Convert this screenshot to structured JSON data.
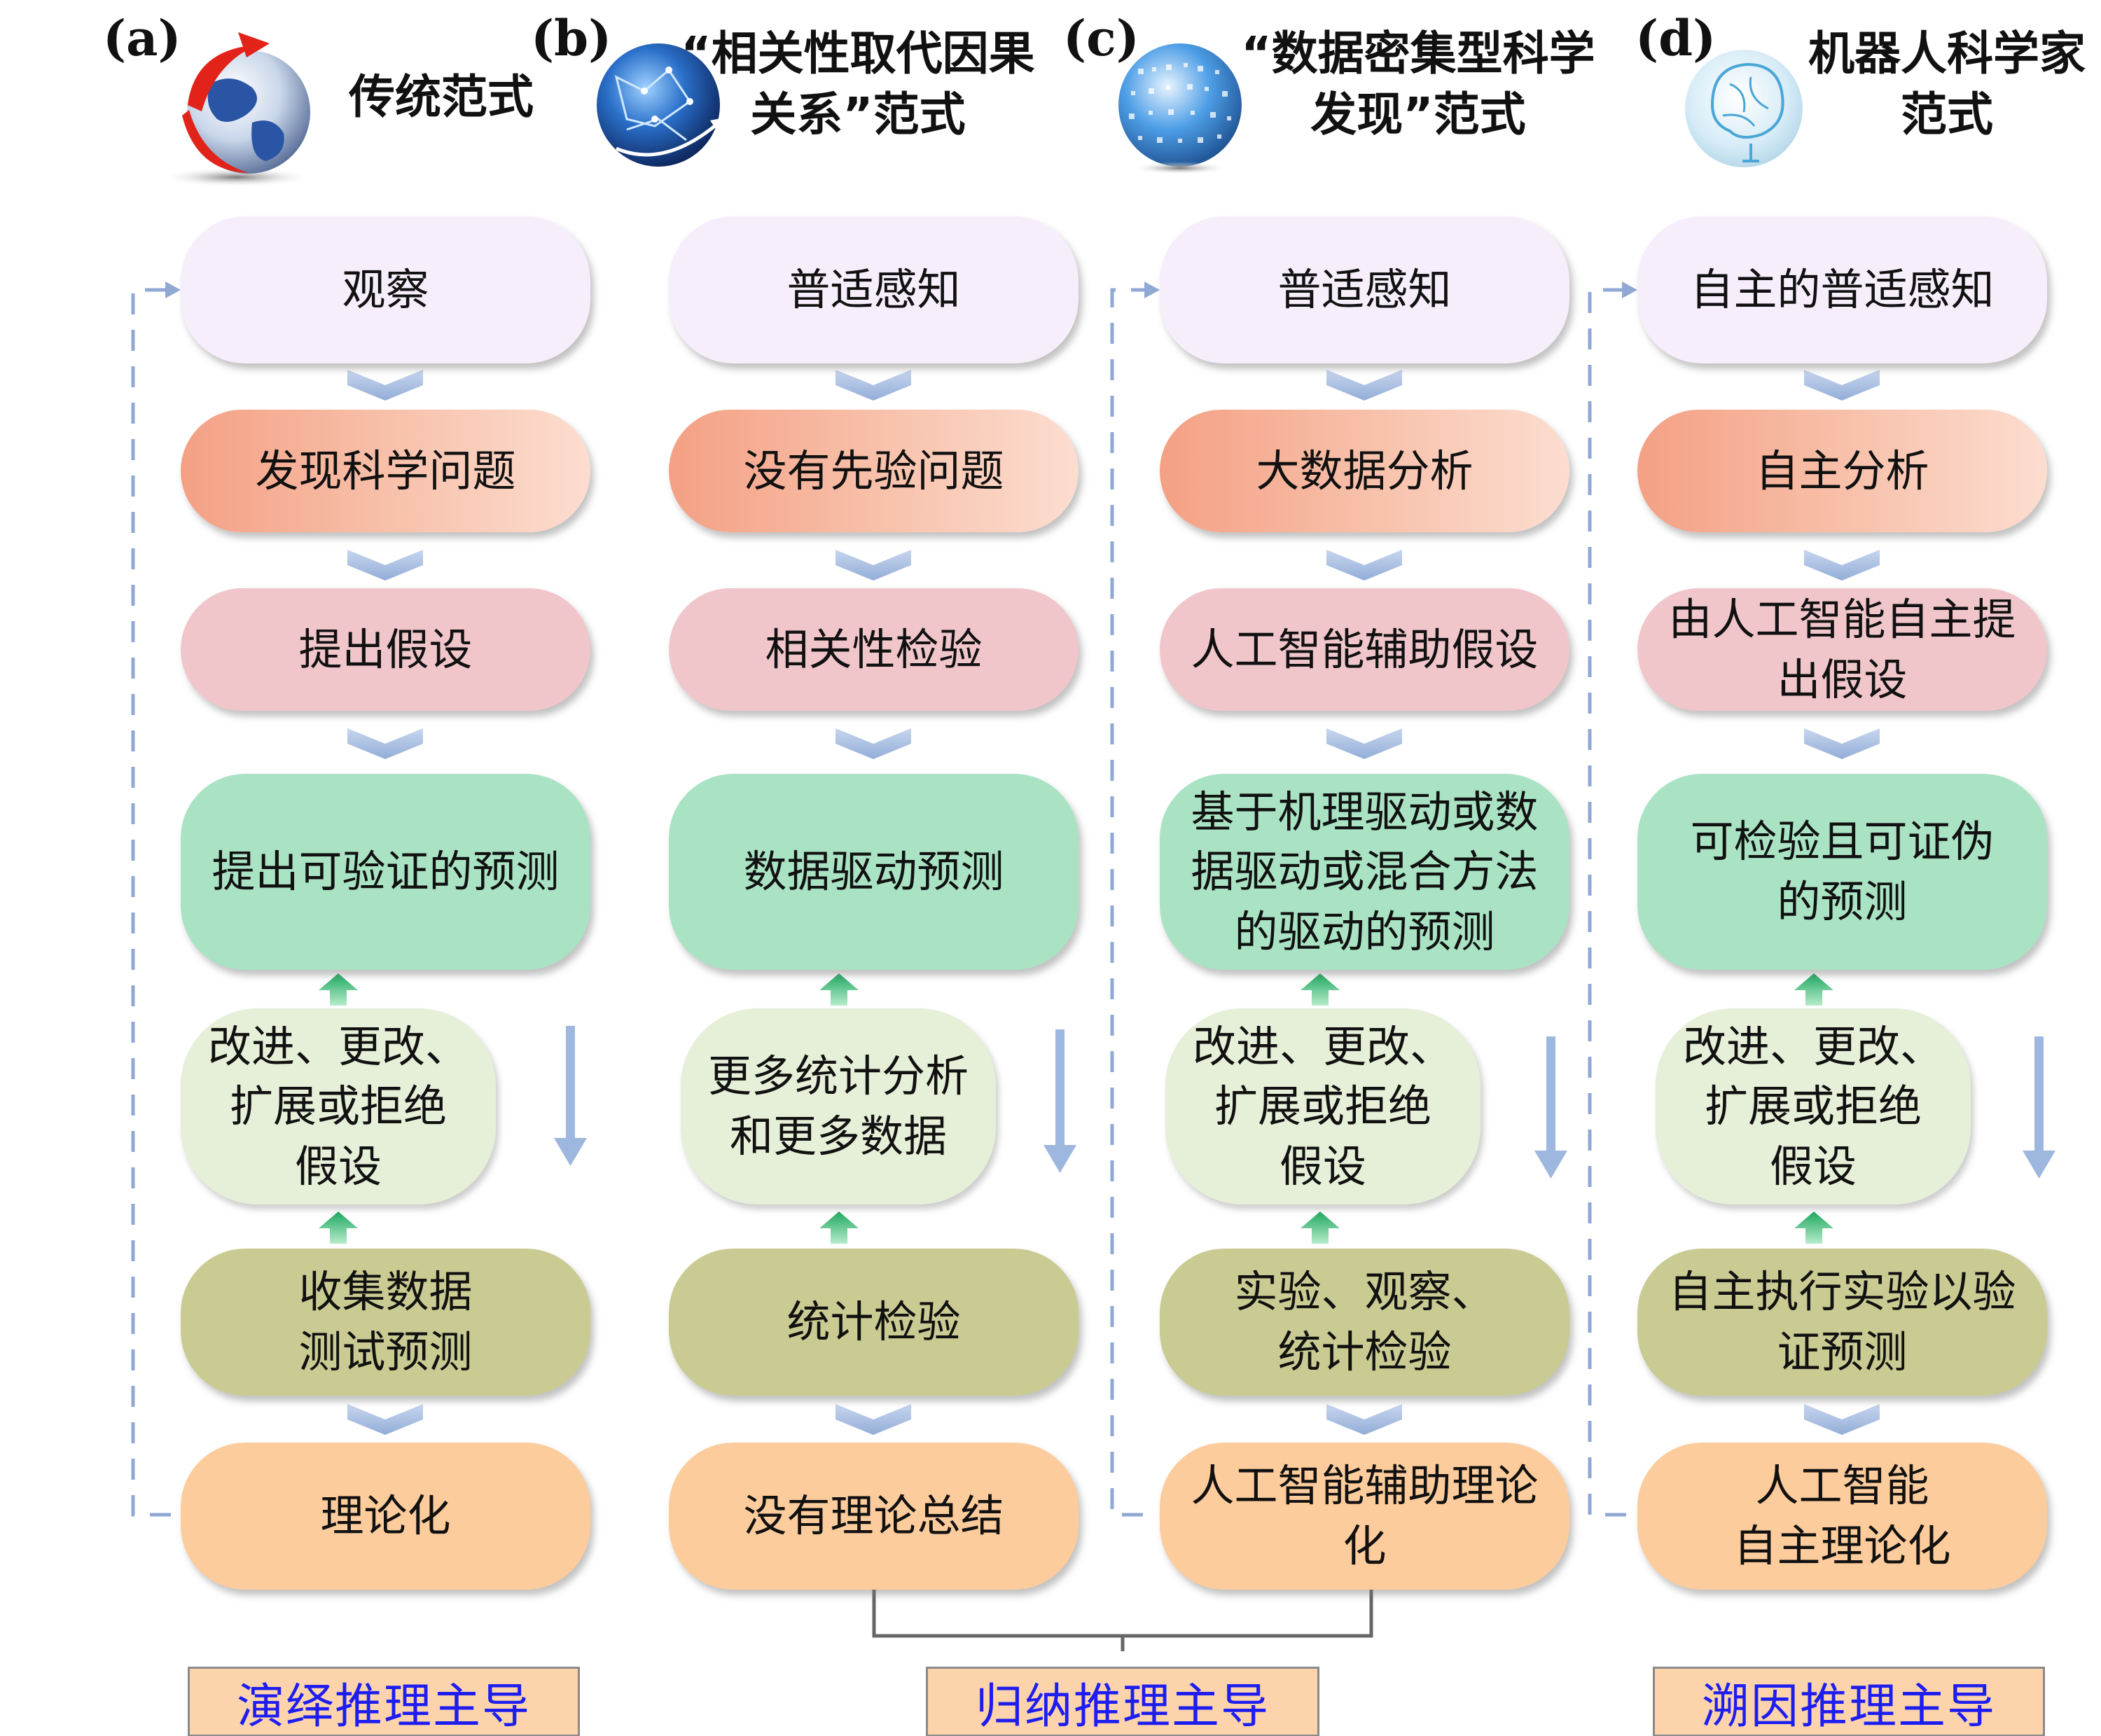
{
  "paradigms": [
    {
      "letter": "(a)",
      "title": "传统范式",
      "nodes": {
        "observe": "观察",
        "problem": "发现科学问题",
        "hypothesis": "提出假设",
        "prediction": "提出可验证的预测",
        "revise": "改进、更改、\n扩展或拒绝\n假设",
        "test": "收集数据\n测试预测",
        "theory": "理论化"
      }
    },
    {
      "letter": "(b)",
      "title": "“相关性取代因果\n关系”范式",
      "nodes": {
        "observe": "普适感知",
        "problem": "没有先验问题",
        "hypothesis": "相关性检验",
        "prediction": "数据驱动预测",
        "revise": "更多统计分析\n和更多数据",
        "test": "统计检验",
        "theory": "没有理论总结"
      }
    },
    {
      "letter": "(c)",
      "title": "“数据密集型科学\n发现”范式",
      "nodes": {
        "observe": "普适感知",
        "problem": "大数据分析",
        "hypothesis": "人工智能辅助假设",
        "prediction": "基于机理驱动或数\n据驱动或混合方法\n的驱动的预测",
        "revise": "改进、更改、\n扩展或拒绝\n假设",
        "test": "实验、观察、\n统计检验",
        "theory": "人工智能辅助理论\n化"
      }
    },
    {
      "letter": "(d)",
      "title": "机器人科学家\n范式",
      "nodes": {
        "observe": "自主的普适感知",
        "problem": "自主分析",
        "hypothesis": "由人工智能自主提\n出假设",
        "prediction": "可检验且可证伪\n的预测",
        "revise": "改进、更改、\n扩展或拒绝\n假设",
        "test": "自主执行实验以验\n证预测",
        "theory": "人工智能\n自主理论化"
      }
    }
  ],
  "reasoning_labels": {
    "deductive": "演绎推理主导",
    "inductive": "归纳推理主导",
    "abductive": "溯因推理主导"
  },
  "colors": {
    "observe": "#f7eefb",
    "problem": "#f7ac92",
    "hypothesis": "#f0c6cb",
    "prediction": "#a9e3c4",
    "revise": "#e6efd8",
    "test": "#cacb93",
    "theory": "#fdcc9c",
    "chevron": "#a9c0e0",
    "dashed_loop": "#8fa8d4",
    "up_arrow": "#28b06a",
    "down_arrow": "#9db7de",
    "reason_box": "#fdd3ac",
    "reason_text": "#1d1df0"
  }
}
